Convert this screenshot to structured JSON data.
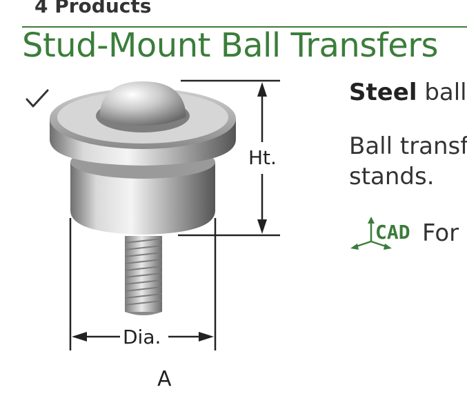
{
  "header": {
    "product_count": "4 Products",
    "title": "Stud-Mount Ball Transfers"
  },
  "product": {
    "dimension_height_label": "Ht.",
    "dimension_diameter_label": "Dia.",
    "variant_label": "A",
    "selected": true
  },
  "description": {
    "spec_bold": "Steel",
    "spec_rest": " balls",
    "line1": "Ball transf",
    "line2": "stands.",
    "cad_label": "CAD",
    "cad_text": "For"
  },
  "colors": {
    "brand_green": "#3b7d3a",
    "text": "#333333"
  },
  "icons": {
    "checkmark": "checkmark-icon",
    "cad": "cad-icon"
  }
}
